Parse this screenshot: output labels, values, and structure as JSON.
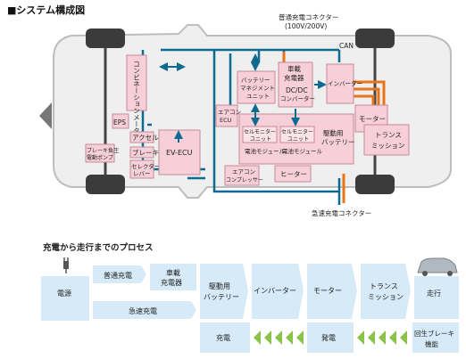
{
  "top_title": "■システム構成図",
  "top": {
    "normal_connector": [
      "普通充電コネクター",
      "(100V/200V)"
    ],
    "fast_connector": "急速充電コネクター",
    "can": "CAN",
    "boxes": {
      "cogeneration": "コンビネーションメーター",
      "eps": "EPS",
      "accel": "アクセル",
      "brake": "ブレーキ",
      "brake_pump": [
        "ブレーキ負圧",
        "電動ポンプ"
      ],
      "selector": [
        "セレクター",
        "レバー"
      ],
      "ev_ecu": "EV-ECU",
      "bmu": [
        "バッテリー",
        "マネジメント",
        "ユニット"
      ],
      "aircon_ecu": [
        "エアコン",
        "ECU"
      ],
      "charger": [
        "車載",
        "充電器"
      ],
      "dcdc": [
        "DC/DC",
        "コンバーター"
      ],
      "inverter": "インバーター",
      "motor": "モーター",
      "transmission": [
        "トランス",
        "ミッション"
      ],
      "cmu": [
        "セルモニター",
        "ユニット"
      ],
      "module": "電池モジュール",
      "battery": [
        "駆動用",
        "バッテリー"
      ],
      "compressor": [
        "エアコン",
        "コンプレッサー"
      ],
      "heater": "ヒーター"
    }
  },
  "process_title": "充電から走行までのプロセス",
  "process": {
    "power_source": "電源",
    "normal_charge": "普通充電",
    "onboard_charger": [
      "車載",
      "充電器"
    ],
    "fast_charge": "急速充電",
    "battery": [
      "駆動用",
      "バッテリー"
    ],
    "inverter": "インバーター",
    "motor": "モーター",
    "transmission": [
      "トランス",
      "ミッション"
    ],
    "drive": "走行",
    "charge": "充電",
    "generate": "発電",
    "regen": [
      "回生ブレーキ",
      "機能"
    ]
  },
  "colors": {
    "pink": "#f7cfd8",
    "teal": "#0e6b8f",
    "orange": "#e8741a",
    "process_box": "#d6eaf8",
    "arrow_green": "#8bc34a"
  }
}
